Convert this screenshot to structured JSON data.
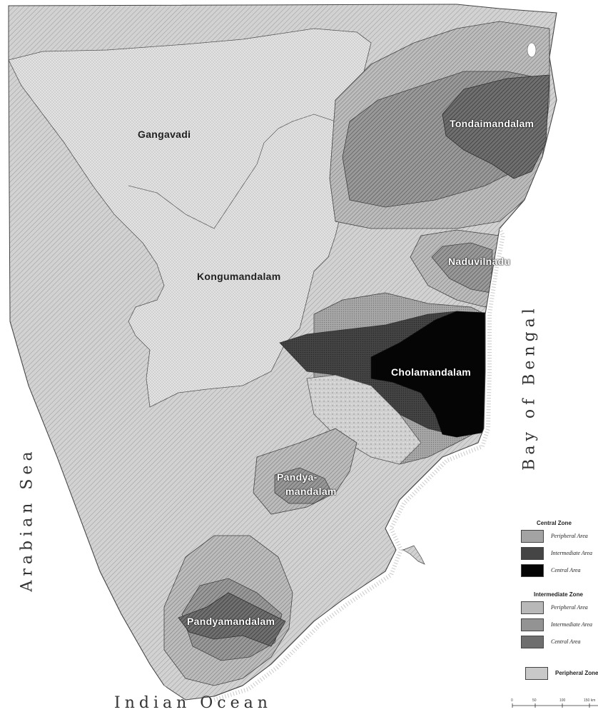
{
  "regions": {
    "gangavadi": "Gangavadi",
    "kongumandalam": "Kongumandalam",
    "tondaimandalam": "Tondaimandalam",
    "naduvilnadu": "Naduvilnadu",
    "cholamandalam": "Cholamandalam",
    "pandya_line1": "Pandya-",
    "pandya_line2": "mandalam",
    "pandyamandalam_south": "Pandyamandalam"
  },
  "seas": {
    "arabian_sea": "Arabian Sea",
    "bay_of_bengal": "Bay of Bengal",
    "indian_ocean": "Indian Ocean"
  },
  "legend": {
    "central_zone": {
      "title": "Central Zone",
      "items": [
        "Peripheral Area",
        "Intermediate Area",
        "Central Area"
      ]
    },
    "intermediate_zone": {
      "title": "Intermediate Zone",
      "items": [
        "Peripheral Area",
        "Intermediate Area",
        "Central Area"
      ]
    },
    "peripheral_zone": "Peripheral Zone"
  },
  "scale": {
    "ticks": [
      "0",
      "50",
      "100",
      "150 km"
    ]
  },
  "colors": {
    "central_central": "#050505",
    "central_intermediate": "#454545",
    "central_peripheral": "#a3a3a3",
    "intermediate_central": "#6e6e6e",
    "intermediate_intermediate": "#939393",
    "intermediate_peripheral": "#b8b8b8",
    "peripheral": "#c9c9c9",
    "upland": "#dcdcdc"
  }
}
